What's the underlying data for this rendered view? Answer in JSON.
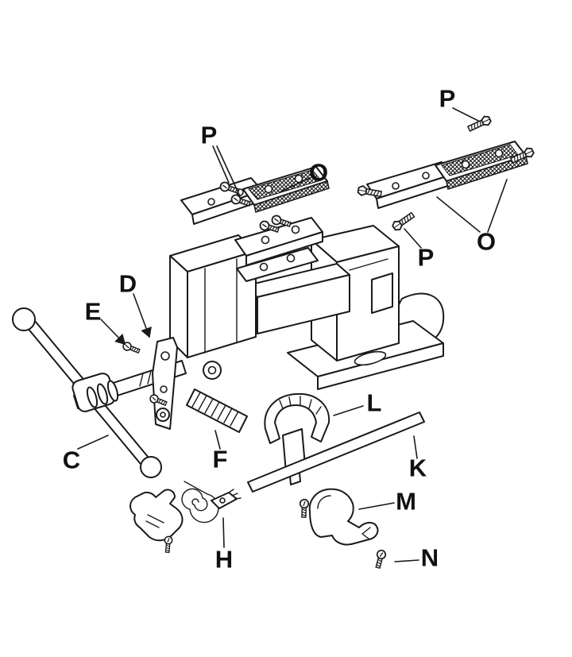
{
  "diagram": {
    "description": "Exploded parts diagram of a bench vise, black line art on white",
    "labels": {
      "p_top_right": "P",
      "p_left": "P",
      "o_center": "O",
      "o_right": "O",
      "p_bottom_right": "P",
      "d": "D",
      "e": "E",
      "c": "C",
      "f": "F",
      "l": "L",
      "k": "K",
      "m": "M",
      "n": "N",
      "h": "H"
    },
    "colors": {
      "line": "#1a1a1a",
      "background": "#ffffff"
    }
  }
}
